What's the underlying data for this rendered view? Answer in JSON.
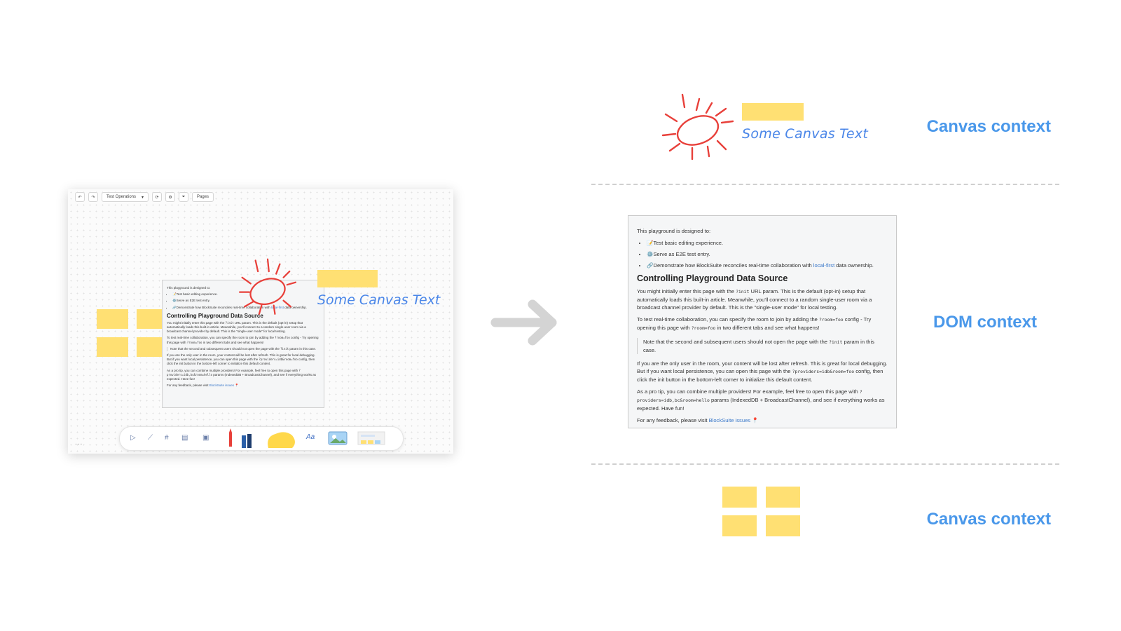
{
  "left_screenshot": {
    "toolbar_top": {
      "undo": "↶",
      "redo": "↷",
      "test_operations": "Test Operations",
      "chevron": "▾",
      "icon_sync": "⟳",
      "icon_settings": "⚙",
      "icon_filter": "⏷",
      "pages": "Pages"
    },
    "canvas_text": "Some Canvas Text",
    "more": "...",
    "bottom_tools": {
      "select": "▷",
      "pen_tool": "⟋",
      "frame": "#",
      "present": "▤",
      "note": "▣",
      "text": "Aa"
    }
  },
  "doc": {
    "intro": "This playground is designed to:",
    "bullets": [
      "📝Test basic editing experience.",
      "⚙️Serve as E2E test entry.",
      "🔗Demonstrate how BlockSuite reconciles real-time collaboration with "
    ],
    "bullet3_link": "local-first",
    "bullet3_tail": " data ownership.",
    "heading": "Controlling Playground Data Source",
    "p1_a": "You might initially enter this page with the ",
    "p1_code": "?init",
    "p1_b": " URL param. This is the default (opt-in) setup that automatically loads this built-in article. Meanwhile, you'll connect to a random single-user room via a broadcast channel provider by default. This is the \"single-user mode\" for local testing.",
    "p2_a": "To test real-time collaboration, you can specify the room to join by adding the ",
    "p2_code": "?room=foo",
    "p2_b": " config - Try opening this page with ",
    "p2_code2": "?room=foo",
    "p2_c": " in two different tabs and see what happens!",
    "quote_a": "Note that the second and subsequent users should not open the page with the ",
    "quote_code": "?init",
    "quote_b": " param in this case.",
    "p3_a": "If you are the only user in the room, your content will be lost after refresh. This is great for local debugging. But if you want local persistence, you can open this page with the ",
    "p3_code": "?providers=idb&room=foo",
    "p3_b": " config, then click the init button in the bottom-left corner to initialize this default content.",
    "p4_a": "As a pro tip, you can combine multiple providers! For example, feel free to open this page with ",
    "p4_code": "?providers=idb,bc&room=hello",
    "p4_b": " params (IndexedDB + BroadcastChannel), and see if everything works as expected. Have fun!",
    "p5_a": "For any feedback, please visit ",
    "p5_link": "BlockSuite issues",
    "p5_b": " 📍"
  },
  "right_panel": {
    "canvas_text": "Some Canvas Text",
    "label_top": "Canvas context",
    "label_middle": "DOM context",
    "label_bottom": "Canvas context"
  },
  "colors": {
    "sticky_yellow": "#ffe073",
    "label_blue": "#4a98ea",
    "sketch_red": "#e8403a",
    "text_blue": "#4a86e8"
  },
  "icons": {
    "arrow": "right-arrow-icon"
  }
}
